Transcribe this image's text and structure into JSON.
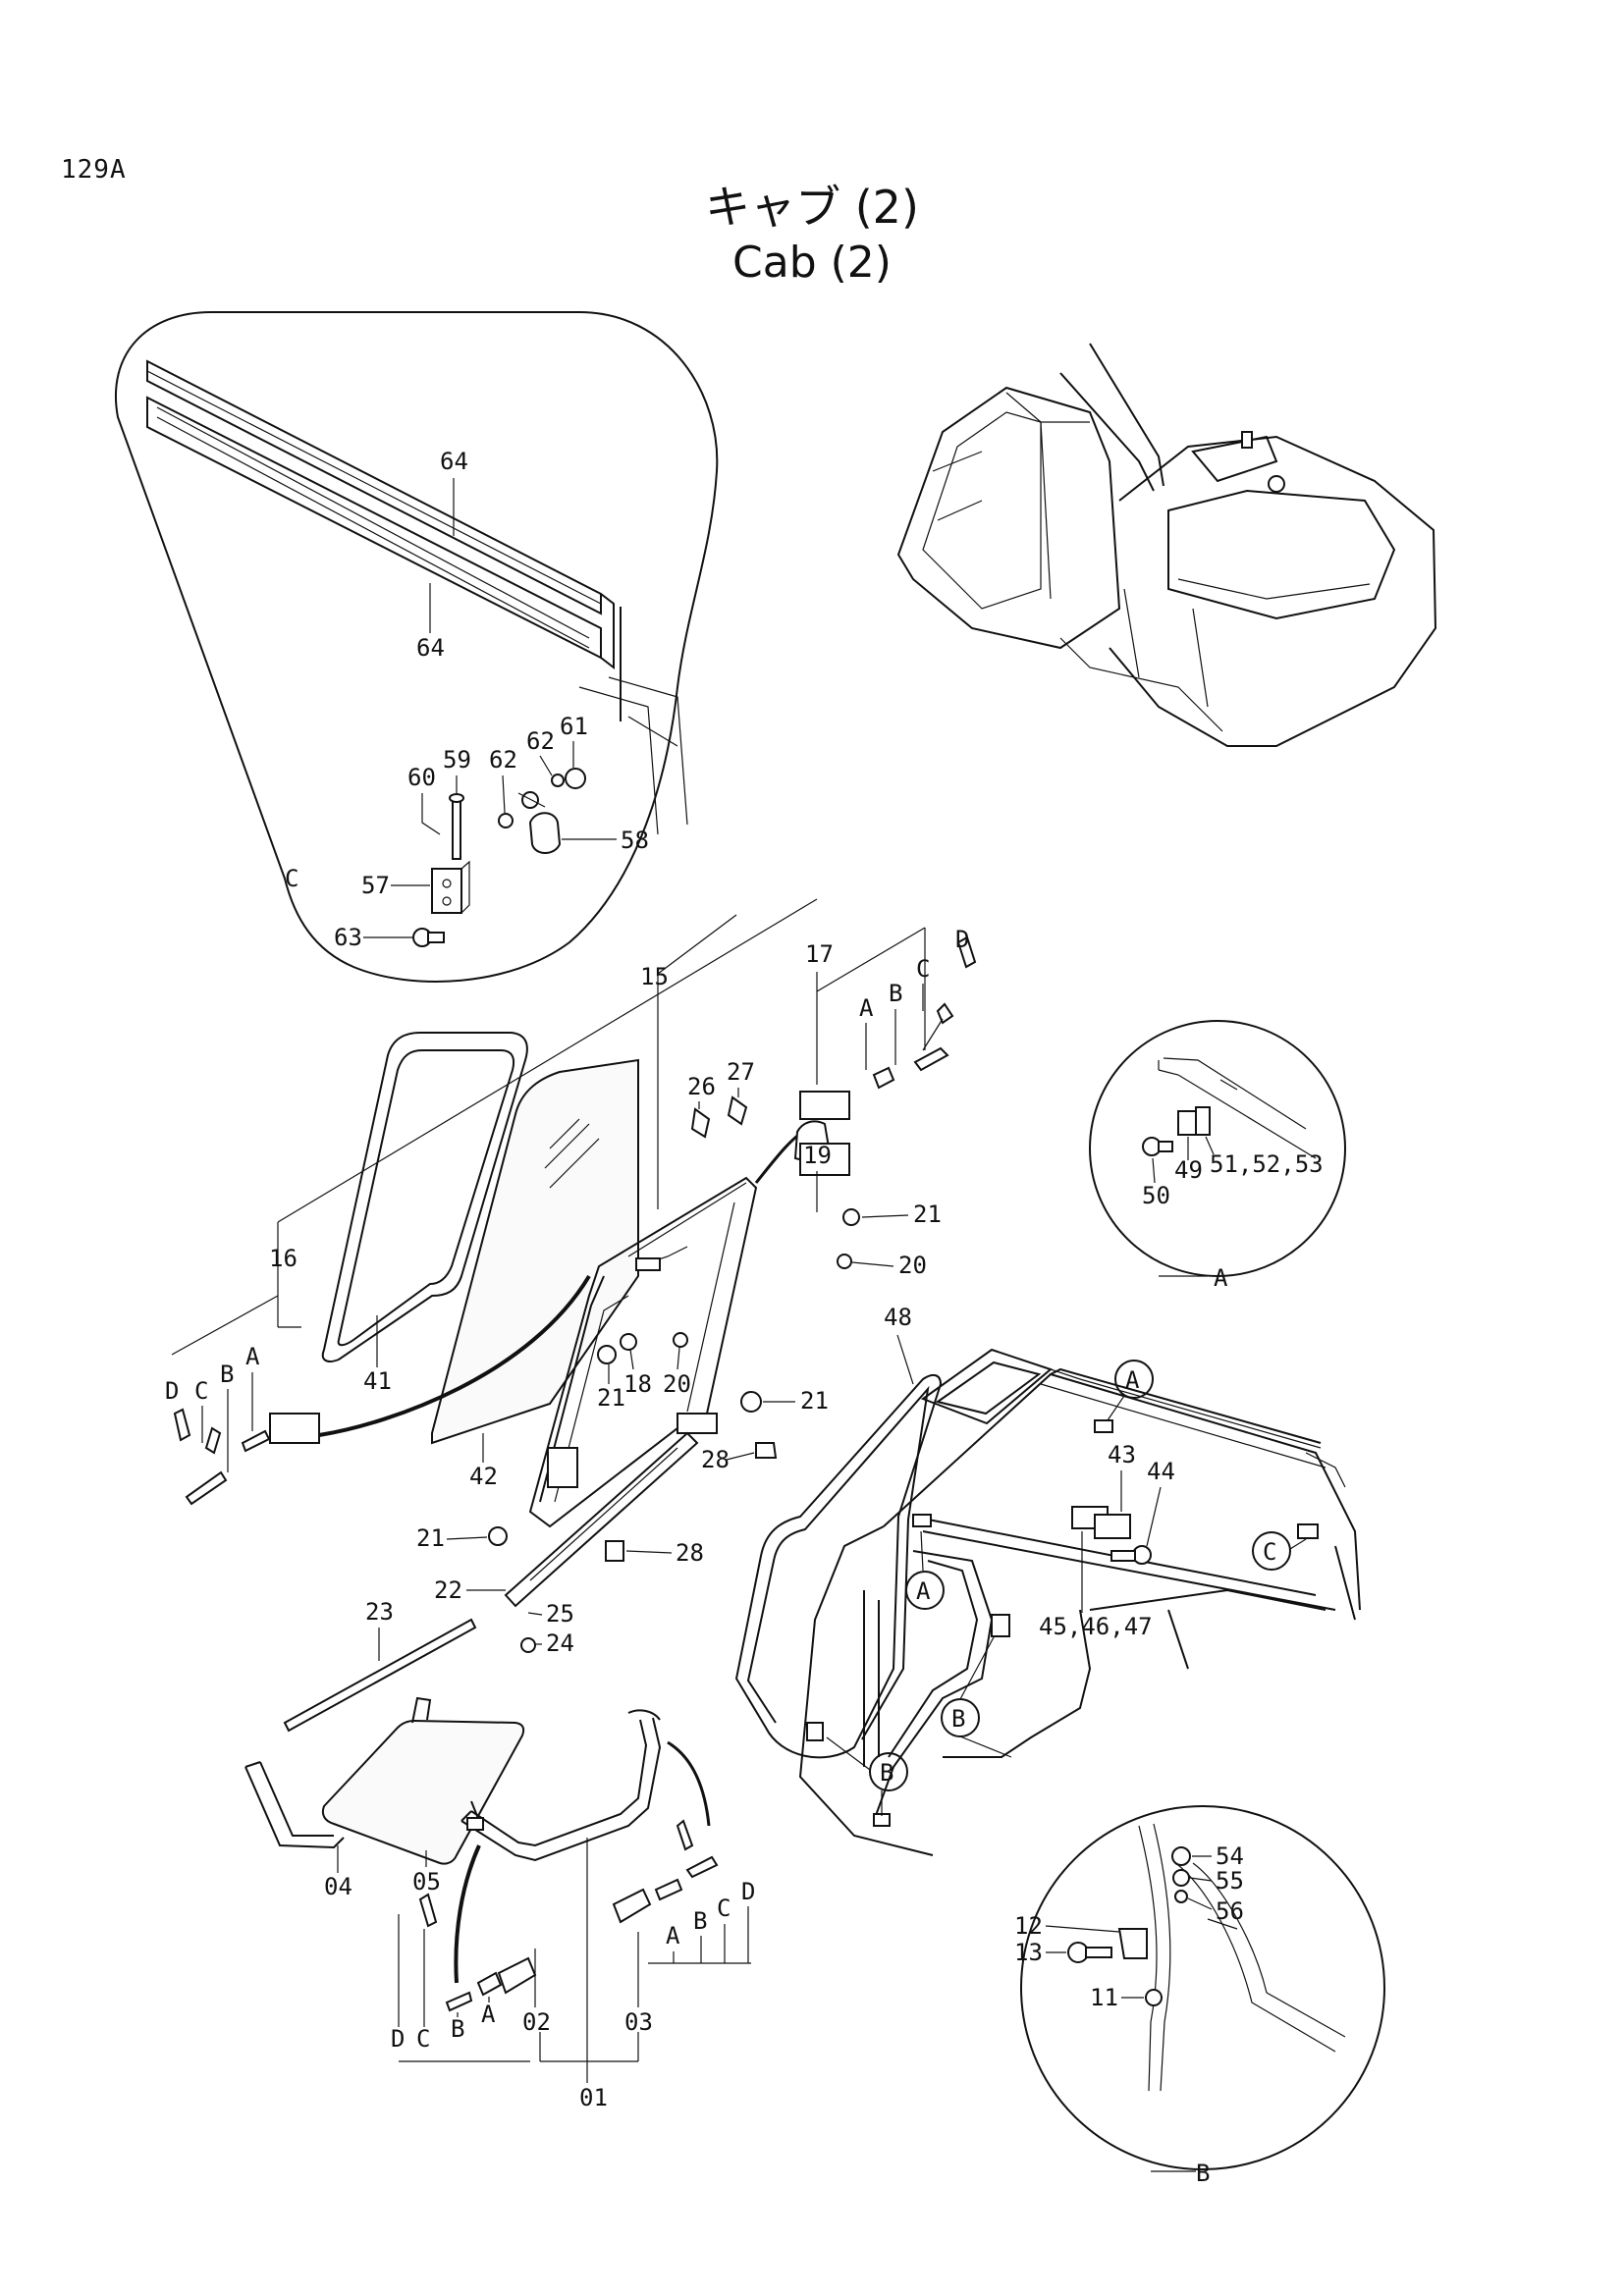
{
  "page": {
    "number": "129A",
    "title_jp": "キャブ (2)",
    "title_en": "Cab (2)"
  },
  "callouts": {
    "p64a": "64",
    "p64b": "64",
    "p61": "61",
    "p62a": "62",
    "p62b": "62",
    "p60": "60",
    "p59": "59",
    "p58": "58",
    "p57": "57",
    "p63": "63",
    "c_label": "C",
    "p15": "15",
    "p17": "17",
    "p16": "16",
    "p26": "26",
    "p27": "27",
    "p19": "19",
    "p21a": "21",
    "p20a": "20",
    "p18": "18",
    "p21b": "21",
    "p20b": "20",
    "p21c": "21",
    "p41": "41",
    "p42": "42",
    "p28a": "28",
    "p21d": "21",
    "p28b": "28",
    "p22": "22",
    "p25": "25",
    "p24": "24",
    "p23": "23",
    "p48": "48",
    "p43": "43",
    "p44": "44",
    "p45_47": "45,46,47",
    "p49": "49",
    "p50": "50",
    "p51_53": "51,52,53",
    "p54": "54",
    "p55": "55",
    "p56": "56",
    "p12": "12",
    "p13": "13",
    "p11": "11",
    "p04": "04",
    "p05": "05",
    "p01": "01",
    "p02": "02",
    "p03": "03",
    "la_17": "A",
    "lb_17": "B",
    "lc_17": "C",
    "ld_17": "D",
    "la_16": "A",
    "lb_16": "B",
    "lc_16": "C",
    "ld_16": "D",
    "la_02": "A",
    "lb_02": "B",
    "lc_02": "C",
    "ld_02": "D",
    "la_03": "A",
    "lb_03": "B",
    "lc_03": "C",
    "ld_03": "D",
    "detail_a": "A",
    "detail_b": "B",
    "circ_a1": "A",
    "circ_a2": "A",
    "circ_b1": "B",
    "circ_b2": "B",
    "circ_c": "C"
  }
}
